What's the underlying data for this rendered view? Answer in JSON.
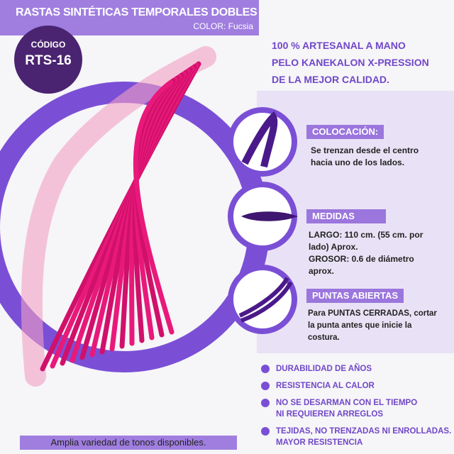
{
  "header": {
    "title": "RASTAS SINTÉTICAS TEMPORALES DOBLES",
    "color": "COLOR: Fucsia"
  },
  "code": {
    "label": "CÓDIGO",
    "value": "RTS-16"
  },
  "intro": [
    "100 % ARTESANAL A MANO",
    "PELO KANEKALON X-PRESSION",
    "DE LA MEJOR CALIDAD."
  ],
  "features": [
    {
      "title": "COLOCACIÓN:",
      "lines": [
        "Se trenzan desde el centro",
        "hacia uno de los lados."
      ]
    },
    {
      "title": "MEDIDAS",
      "lines": [
        "LARGO: 110 cm. (55 cm. por",
        "lado) Aprox.",
        "GROSOR: 0.6 de diámetro",
        "aprox."
      ]
    },
    {
      "title": "PUNTAS ABIERTAS",
      "lines": [
        "Para PUNTAS CERRADAS, cortar",
        "la punta antes que inicie la",
        "costura."
      ]
    }
  ],
  "bullets": [
    [
      "DURABILIDAD DE AÑOS"
    ],
    [
      "RESISTENCIA AL CALOR"
    ],
    [
      "NO SE DESARMAN CON EL TIEMPO",
      "NI REQUIEREN ARREGLOS"
    ],
    [
      "TEJIDAS, NO TRENZADAS NI ENROLLADAS.",
      "MAYOR RESISTENCIA"
    ]
  ],
  "footer": "Amplia variedad de tonos disponibles.",
  "colors": {
    "accent": "#7a4fd6",
    "header": "#a07ee0",
    "dark": "#4a2470",
    "hair": "#e8197a"
  }
}
